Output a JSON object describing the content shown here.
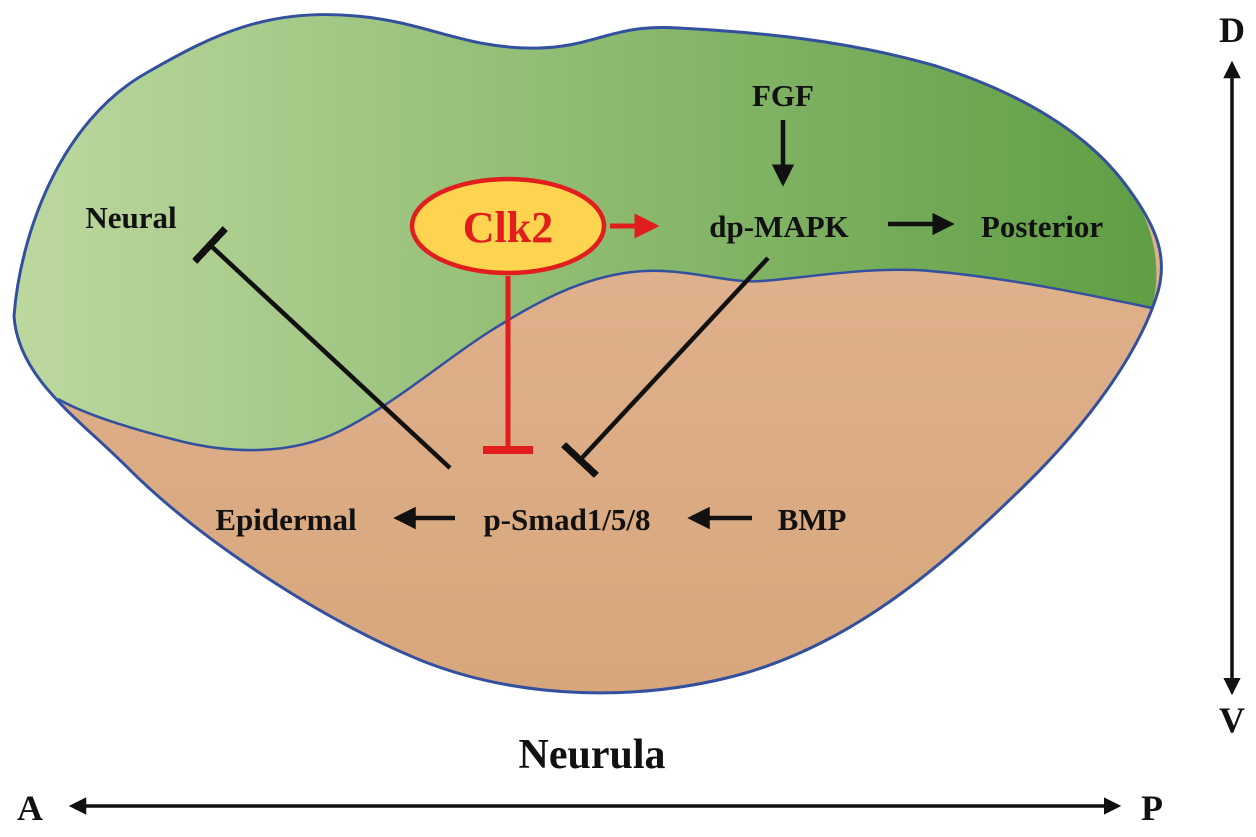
{
  "title": "Neurula",
  "axes": {
    "dorsal": "D",
    "ventral": "V",
    "anterior": "A",
    "posterior": "P"
  },
  "nodes": {
    "fgf": "FGF",
    "clk2": "Clk2",
    "dp_mapk": "dp-MAPK",
    "posterior_fate": "Posterior",
    "neural": "Neural",
    "epidermal": "Epidermal",
    "p_smad": "p-Smad1/5/8",
    "bmp": "BMP"
  },
  "interactions": [
    {
      "from": "FGF",
      "to": "dp-MAPK",
      "type": "activates"
    },
    {
      "from": "Clk2",
      "to": "dp-MAPK",
      "type": "activates"
    },
    {
      "from": "dp-MAPK",
      "to": "Posterior",
      "type": "promotes"
    },
    {
      "from": "Clk2",
      "to": "p-Smad1/5/8",
      "type": "inhibits"
    },
    {
      "from": "dp-MAPK",
      "to": "p-Smad1/5/8",
      "type": "inhibits"
    },
    {
      "from": "p-Smad1/5/8",
      "to": "Neural",
      "type": "inhibits"
    },
    {
      "from": "p-Smad1/5/8",
      "to": "Epidermal",
      "type": "promotes"
    },
    {
      "from": "BMP",
      "to": "p-Smad1/5/8",
      "type": "activates"
    }
  ],
  "colors": {
    "embryo_outline": "#33509e",
    "dorsal_green_light": "#bdd89f",
    "dorsal_green_dark": "#5f9e44",
    "ventral_tan_light": "#e3b795",
    "ventral_tan_dark": "#d7a67c",
    "clk2_fill": "#fdd44f",
    "highlight_red": "#e11d1d",
    "line_black": "#111111"
  }
}
